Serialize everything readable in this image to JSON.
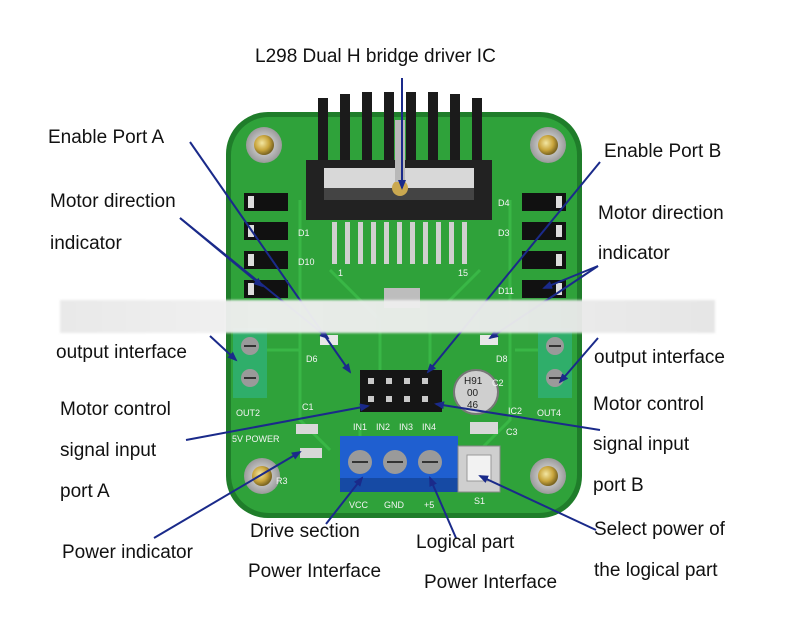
{
  "labels": {
    "ic": "L298 Dual H bridge driver IC",
    "enable_a": "Enable Port A",
    "enable_b": "Enable Port B",
    "motor_dir_left_1": "Motor direction",
    "motor_dir_left_2": "indicator",
    "motor_dir_right_1": "Motor direction",
    "motor_dir_right_2": "indicator",
    "output_left": "output interface",
    "output_right": "output interface",
    "control_left_1": "Motor control",
    "control_left_2": "signal input",
    "control_left_3": "port A",
    "control_right_1": "Motor control",
    "control_right_2": "signal input",
    "control_right_3": "port B",
    "power_indicator": "Power indicator",
    "drive_1": "Drive section",
    "drive_2": "Power Interface",
    "logic_1": "Logical part",
    "logic_2": "Power Interface",
    "select_1": "Select power  of",
    "select_2": "the logical part"
  },
  "board": {
    "out2": "OUT2",
    "out4": "OUT4",
    "five_v_power": "5V POWER",
    "vcc": "VCC",
    "gnd": "GND",
    "plus5": "+5",
    "in1": "IN1",
    "in2": "IN2",
    "in3": "IN3",
    "in4": "IN4",
    "ic_pin1": "1",
    "ic_pin15": "15",
    "r3": "R3",
    "c1": "C1",
    "c2": "C2",
    "c3": "C3",
    "s1": "S1",
    "d1": "D1",
    "d3": "D3",
    "d4": "D4",
    "d6": "D6",
    "d8": "D8",
    "d10": "D10",
    "d11": "D11",
    "ic2": "IC2",
    "cap_1": "H91",
    "cap_2": "00",
    "cap_3": "46"
  },
  "colors": {
    "pcb": "#2fa23a",
    "pcb_edge": "#1f7d2a",
    "arrow": "#1a2a8a",
    "terminal_blue": "#1f5fd0",
    "terminal_green": "#2fae6a",
    "heatsink": "#1b1b1b"
  }
}
